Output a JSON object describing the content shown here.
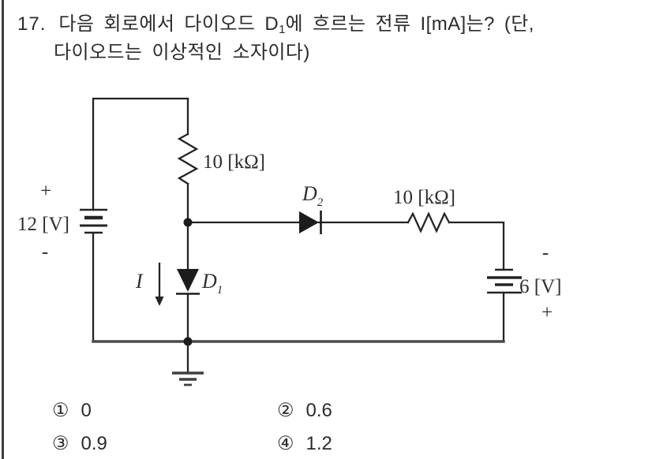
{
  "question": {
    "number": "17.",
    "text_before_sub": "다음 회로에서 다이오드 D",
    "d_subscript": "1",
    "text_after_sub": "에 흐르는 전류 I[mA]는? (단,",
    "line2": "다이오드는 이상적인 소자이다)"
  },
  "circuit": {
    "left_source": {
      "plus": "+",
      "label": "12 [V]",
      "minus": "-"
    },
    "top_resistor": {
      "label": "10 [kΩ]"
    },
    "right_resistor": {
      "label": "10 [kΩ]"
    },
    "current_arrow": {
      "label": "I"
    },
    "diode_d1": {
      "name": "D",
      "sub": "1"
    },
    "diode_d2": {
      "name": "D",
      "sub": "2"
    },
    "right_source": {
      "minus": "-",
      "label": "6 [V]",
      "plus": "+"
    }
  },
  "choices": [
    {
      "num": "①",
      "value": "0"
    },
    {
      "num": "②",
      "value": "0.6"
    },
    {
      "num": "③",
      "value": "0.9"
    },
    {
      "num": "④",
      "value": "1.2"
    }
  ],
  "colors": {
    "ink": "#242424",
    "paper": "#ffffff",
    "border": "#3d3d3d"
  }
}
